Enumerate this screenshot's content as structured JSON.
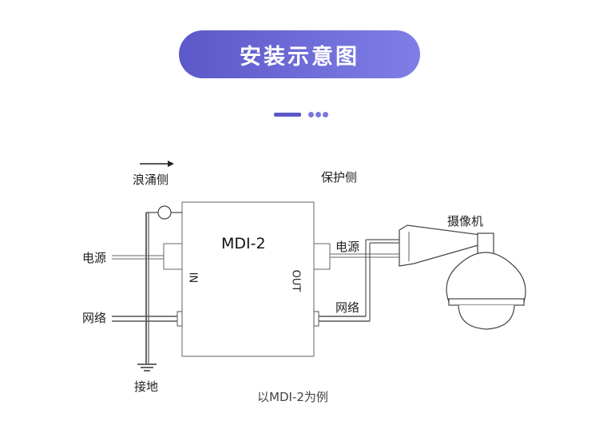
{
  "header": {
    "title": "安装示意图"
  },
  "diagram": {
    "surge_side": "浪涌侧",
    "protect_side": "保护侧",
    "device_name": "MDI-2",
    "port_in": "IN",
    "port_out": "OUT",
    "power_left": "电源",
    "power_right": "电源",
    "network_left": "网络",
    "network_right": "网络",
    "camera": "摄像机",
    "ground": "接地",
    "caption": "以MDI-2为例"
  }
}
